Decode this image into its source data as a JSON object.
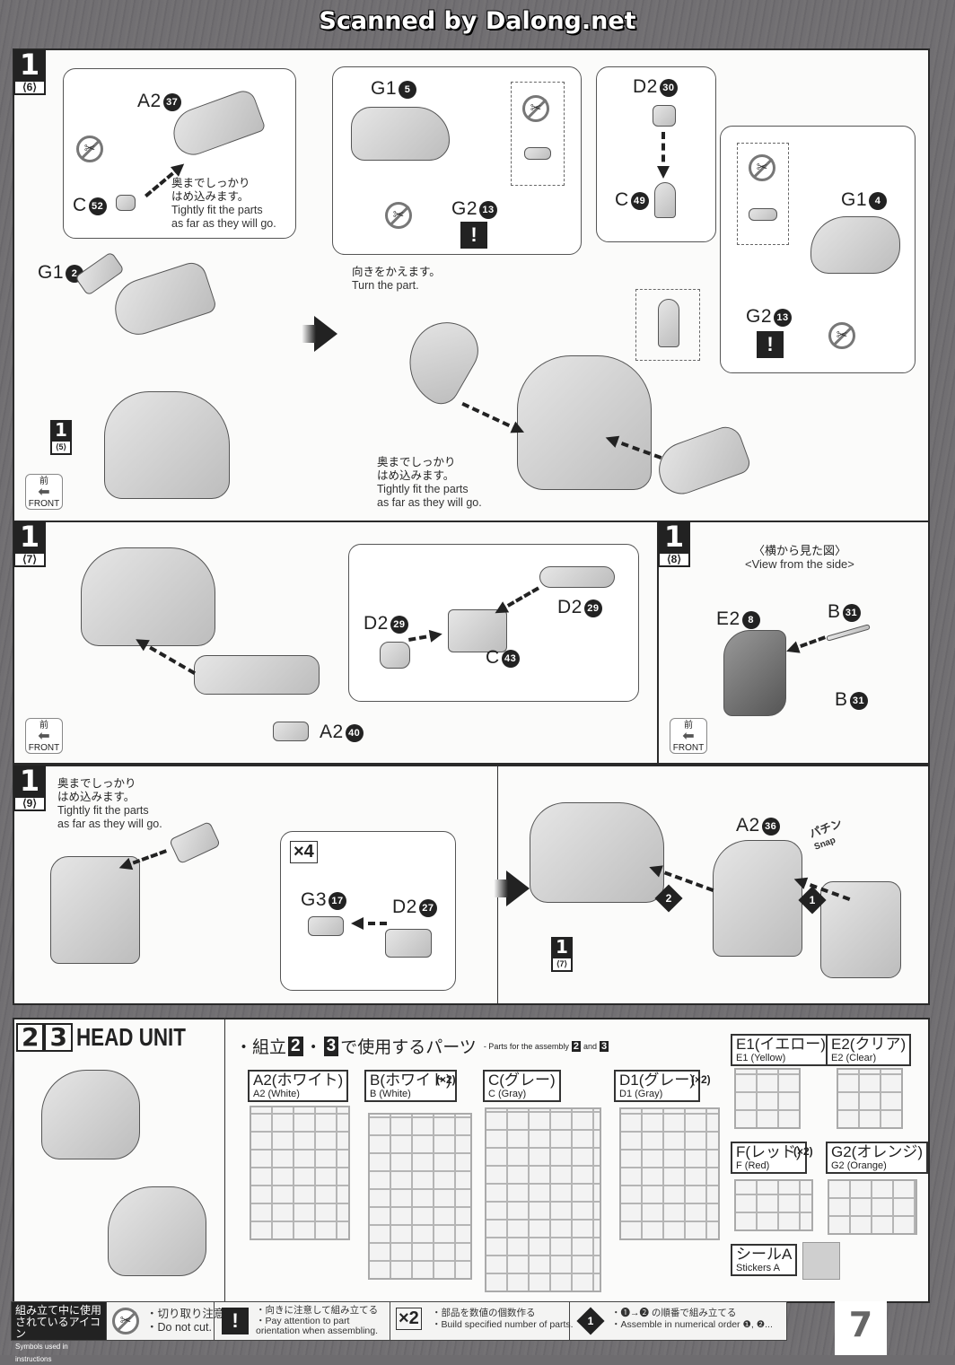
{
  "watermark": "Scanned by Dalong.net",
  "page_number": "7",
  "steps": {
    "s6": {
      "step": "1",
      "sub": "⟨6⟩",
      "bubble_parts": [
        {
          "part": "A2",
          "num": "37"
        },
        {
          "part": "C",
          "num": "52"
        }
      ],
      "note_jp": [
        "奥までしっかり",
        "はめ込みます。"
      ],
      "note_en": [
        "Tightly fit the parts",
        "as far as they will go."
      ],
      "part_g1_2": {
        "part": "G1",
        "num": "2"
      },
      "ref": {
        "step": "1",
        "sub": "⟨5⟩"
      },
      "front": {
        "jp": "前",
        "en": "FRONT"
      }
    },
    "s6b": {
      "bubble1": {
        "g1": {
          "part": "G1",
          "num": "5"
        },
        "g2": {
          "part": "G2",
          "num": "13"
        }
      },
      "bubble2": {
        "d2": {
          "part": "D2",
          "num": "30"
        },
        "c": {
          "part": "C",
          "num": "49"
        }
      },
      "bubble3": {
        "g1": {
          "part": "G1",
          "num": "4"
        },
        "g2": {
          "part": "G2",
          "num": "13"
        }
      },
      "turn_jp": "向きをかえます。",
      "turn_en": "Turn the part.",
      "note_jp": [
        "奥までしっかり",
        "はめ込みます。"
      ],
      "note_en": [
        "Tightly fit the parts",
        "as far as they will go."
      ]
    },
    "s7": {
      "step": "1",
      "sub": "⟨7⟩",
      "parts": [
        {
          "part": "D2",
          "num": "29"
        },
        {
          "part": "D2",
          "num": "29"
        },
        {
          "part": "C",
          "num": "43"
        },
        {
          "part": "A2",
          "num": "40"
        }
      ],
      "front": {
        "jp": "前",
        "en": "FRONT"
      }
    },
    "s8": {
      "step": "1",
      "sub": "⟨8⟩",
      "view_jp": "〈横から見た図〉",
      "view_en": "<View from the side>",
      "parts": [
        {
          "part": "E2",
          "num": "8"
        },
        {
          "part": "B",
          "num": "31"
        },
        {
          "part": "B",
          "num": "31"
        }
      ],
      "front": {
        "jp": "前",
        "en": "FRONT"
      }
    },
    "s9": {
      "step": "1",
      "sub": "⟨9⟩",
      "note_jp": [
        "奥までしっかり",
        "はめ込みます。"
      ],
      "note_en": [
        "Tightly fit the parts",
        "as far as they will go."
      ],
      "multiplier": "×4",
      "parts": [
        {
          "part": "G3",
          "num": "17"
        },
        {
          "part": "D2",
          "num": "27"
        }
      ],
      "final_part": {
        "part": "A2",
        "num": "36"
      },
      "snap_jp": "パチン",
      "snap_en": "Snap",
      "order": [
        "1",
        "2"
      ],
      "ref": {
        "step": "1",
        "sub": "⟨7⟩"
      }
    }
  },
  "head_unit": {
    "steps": [
      "2",
      "3"
    ],
    "title": "HEAD UNIT",
    "parts_title_jp": "・組立",
    "parts_title_mid": "・",
    "parts_title_jp2": "で使用するパーツ",
    "parts_title_en": "- Parts for the assembly",
    "parts_title_and": "and",
    "runners": [
      {
        "jp": "A2(ホワイト)",
        "en": "A2 (White)",
        "mult": ""
      },
      {
        "jp": "B(ホワイト)",
        "en": "B (White)",
        "mult": "(×2)"
      },
      {
        "jp": "C(グレー)",
        "en": "C (Gray)",
        "mult": ""
      },
      {
        "jp": "D1(グレー)",
        "en": "D1 (Gray)",
        "mult": "(×2)"
      },
      {
        "jp": "E1(イエロー)",
        "en": "E1 (Yellow)",
        "mult": ""
      },
      {
        "jp": "E2(クリア)",
        "en": "E2 (Clear)",
        "mult": ""
      },
      {
        "jp": "F(レッド)",
        "en": "F (Red)",
        "mult": "(×2)"
      },
      {
        "jp": "G2(オレンジ)",
        "en": "G2 (Orange)",
        "mult": ""
      }
    ],
    "stickers": {
      "jp": "シールA",
      "en": "Stickers A"
    }
  },
  "legend": {
    "title_jp": [
      "組み立て中に使用",
      "されているアイコン"
    ],
    "title_en": "Symbols used in instructions",
    "items": [
      {
        "icon": "no-cut-icon",
        "jp": "・切り取り注意",
        "en": "・Do not cut."
      },
      {
        "icon": "attention-icon",
        "jp": "・向きに注意して組み立てる",
        "en": "・Pay attention to part orientation when assembling."
      },
      {
        "icon": "multiply-icon",
        "symbol": "×2",
        "jp": "・部品を数値の個数作る",
        "en": "・Build specified number of parts."
      },
      {
        "icon": "order-icon",
        "symbol": "1",
        "jp": "・❶→❷ の順番で組み立てる",
        "en": "・Assemble in numerical order ❶, ❷..."
      }
    ]
  }
}
